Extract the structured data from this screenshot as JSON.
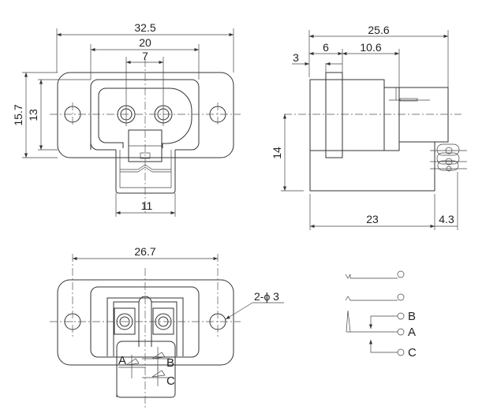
{
  "front_view": {
    "dims": {
      "overall_width": "32.5",
      "body_width": "20",
      "pin_pitch": "7",
      "overall_height": "15.7",
      "body_height": "13",
      "tab_width": "11"
    }
  },
  "side_view": {
    "dims": {
      "overall_depth": "25.6",
      "front_depth": "6",
      "mid_depth": "10.6",
      "flange": "3",
      "height_below_center": "14",
      "body_depth": "23",
      "pin_offset": "4.3"
    }
  },
  "rear_view": {
    "dims": {
      "hole_pitch": "26.7",
      "holes": "2-ϕ 3"
    },
    "terminal_labels": {
      "a": "A",
      "b": "B",
      "c": "C"
    }
  },
  "schematic": {
    "labels": {
      "b": "B",
      "a": "A",
      "c": "C"
    }
  }
}
